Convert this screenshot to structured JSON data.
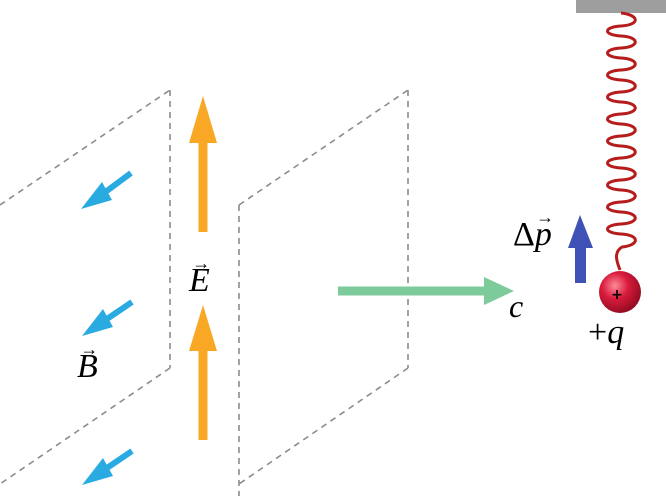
{
  "labels": {
    "electric_field": "E",
    "magnetic_field": "B",
    "wave_speed": "c",
    "momentum_delta": "Δ",
    "momentum_symbol": "p",
    "charge_sign": "+",
    "charge_symbol": "q",
    "charge_badge": "+",
    "vector_arrow": "→"
  },
  "colors": {
    "e_field_arrow": "#F9A825",
    "b_field_arrow": "#29ABE2",
    "propagation_arrow": "#7DCB9A",
    "momentum_arrow": "#3F51B5",
    "spring": "#B71C1C",
    "charge_ball": "#D81B3C",
    "ceiling": "#9E9E9E",
    "wavefront_dash": "#8C8C8C"
  },
  "icons": {
    "e_field": "arrow-up-icon",
    "b_field": "arrow-down-left-icon",
    "propagation": "arrow-right-icon",
    "momentum": "arrow-up-icon"
  }
}
